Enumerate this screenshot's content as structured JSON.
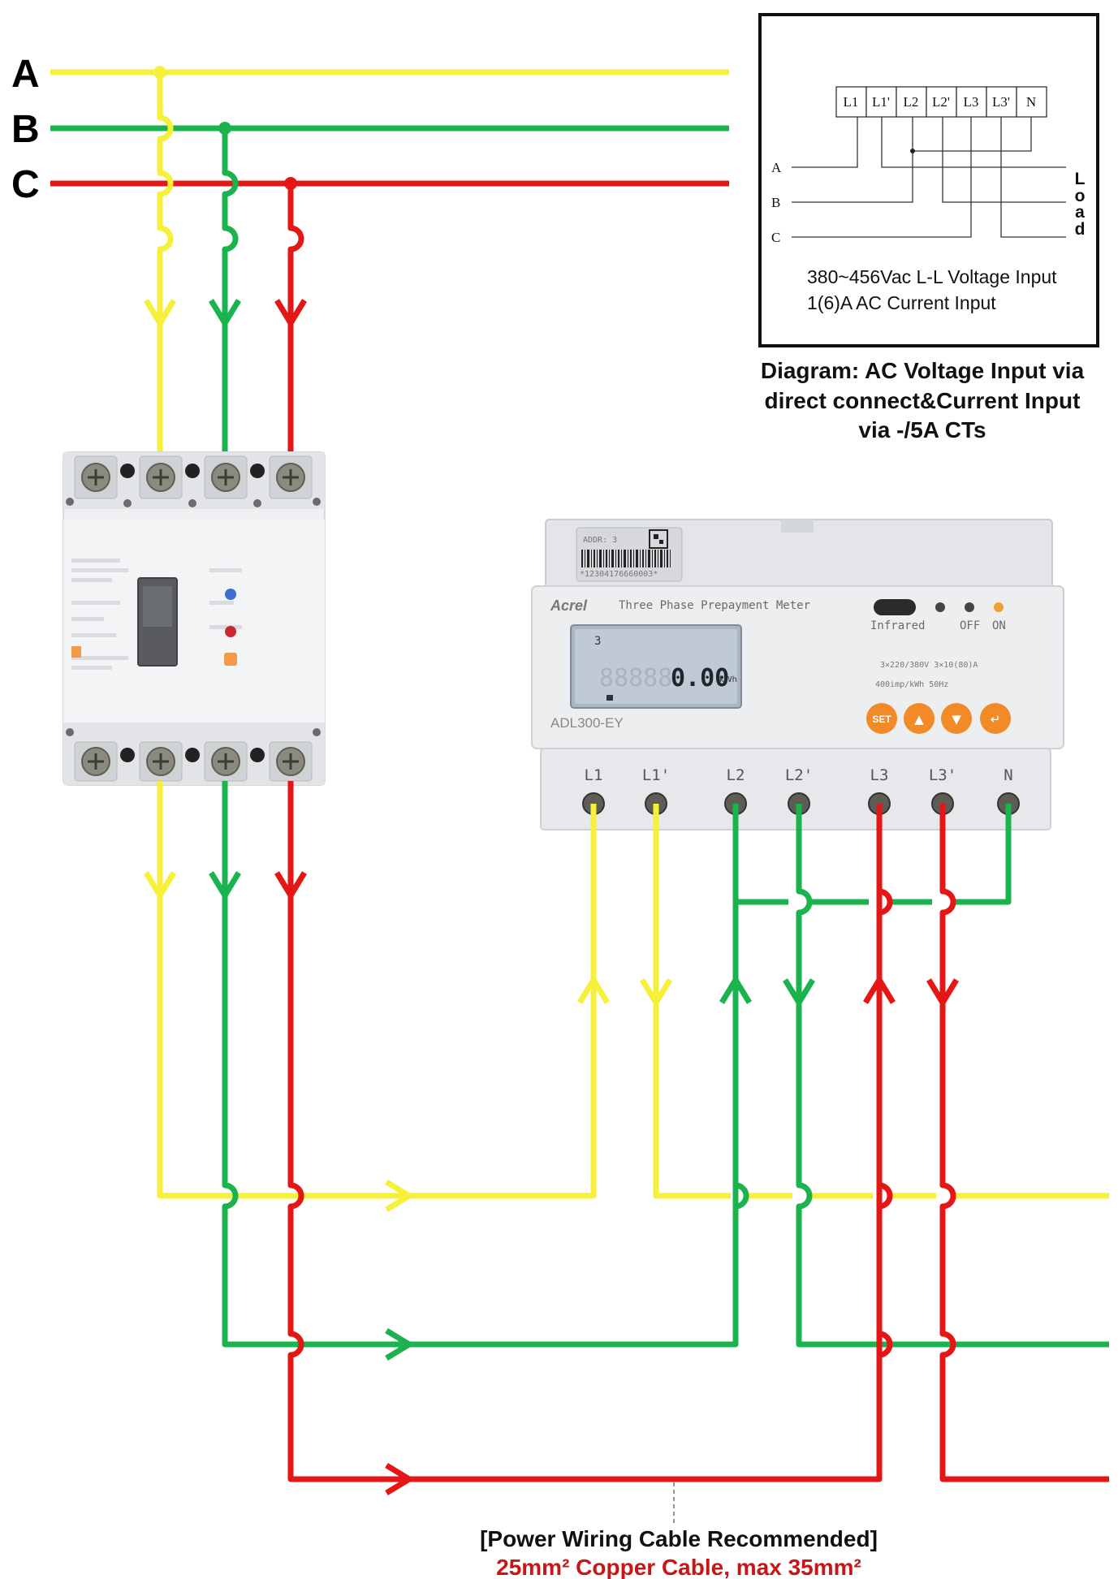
{
  "phases": {
    "a": "A",
    "b": "B",
    "c": "C"
  },
  "colors": {
    "phase_a": "#f7f03a",
    "phase_b": "#1bb34d",
    "phase_c": "#e51616",
    "note_red": "#c81616"
  },
  "inset": {
    "terminals": [
      "L1",
      "L1'",
      "L2",
      "L2'",
      "L3",
      "L3'",
      "N"
    ],
    "lines": [
      "A",
      "B",
      "C"
    ],
    "load_letters": [
      "L",
      "o",
      "a",
      "d"
    ],
    "voltage_text": "380~456Vac L-L Voltage Input",
    "current_text": "1(6)A AC Current Input"
  },
  "caption": {
    "line1": "Diagram: AC Voltage Input via",
    "line2": "direct connect&Current Input",
    "line3": "via -/5A CTs"
  },
  "meter": {
    "label_addr": "ADDR: 3",
    "barcode_number": "*12304176660003*",
    "brand": "Acrel",
    "title": "Three Phase Prepayment Meter",
    "model": "ADL300-EY",
    "display_value": "0.00",
    "display_ghost": "88888",
    "display_unit": "kWh",
    "display_index": "3",
    "infrared_label": "Infrared",
    "off_label": "OFF",
    "on_label": "ON",
    "spec1": "3×220/380V 3×10(80)A",
    "spec2": "400imp/kWh 50Hz",
    "buttons": [
      "SET",
      "▲",
      "▼",
      "↵"
    ],
    "terminals": [
      "L1",
      "L1'",
      "L2",
      "L2'",
      "L3",
      "L3'",
      "N"
    ]
  },
  "breaker": {
    "icon": "circuit-breaker-icon"
  },
  "note": {
    "line1": "[Power Wiring Cable Recommended]",
    "line2": "25mm² Copper Cable, max 35mm²"
  }
}
